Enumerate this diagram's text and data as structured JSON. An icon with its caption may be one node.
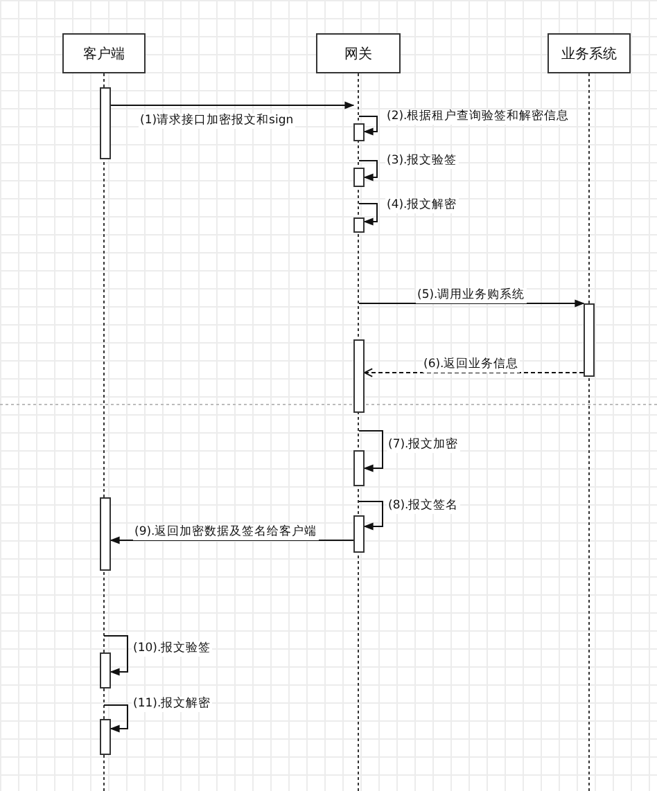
{
  "diagram": {
    "nodes": [
      {
        "text": [
          "客户端"
        ]
      },
      {
        "text": [
          "网关"
        ]
      },
      {
        "text": [
          "业务系统"
        ]
      },
      {
        "text": [],
        "shape": "bar"
      },
      {
        "text": [],
        "shape": "bar"
      },
      {
        "text": [],
        "shape": "bar"
      },
      {
        "text": [],
        "shape": "bar"
      },
      {
        "text": [],
        "shape": "bar"
      },
      {
        "text": [],
        "shape": "bar"
      },
      {
        "text": [],
        "shape": "bar"
      },
      {
        "text": [],
        "shape": "bar"
      },
      {
        "text": [],
        "shape": "bar"
      },
      {
        "text": [],
        "shape": "bar"
      },
      {
        "text": [],
        "shape": "bar"
      }
    ],
    "edges": [
      {
        "from": 3,
        "to": 4,
        "arrow": "to",
        "label": "(1)请求接口加密报文和sign"
      },
      {
        "from": null,
        "to": 4,
        "arrow": "to",
        "label": "(2).根据租户查询验签和解密信息"
      },
      {
        "from": null,
        "to": 5,
        "arrow": "to",
        "label": "(3).报文验签"
      },
      {
        "from": null,
        "to": 6,
        "arrow": "to",
        "label": "(4).报文解密"
      },
      {
        "from": null,
        "to": 7,
        "arrow": "to",
        "label": "(5).调用业务购系统"
      },
      {
        "from": 7,
        "to": 8,
        "arrow": "to",
        "label": "(6).返回业务信息",
        "style": "dashed"
      },
      {
        "from": null,
        "to": 9,
        "arrow": "to",
        "label": "(7).报文加密"
      },
      {
        "from": null,
        "to": 11,
        "arrow": "to",
        "label": "(8).报文签名"
      },
      {
        "from": 11,
        "to": 10,
        "arrow": "to",
        "label": "(9).返回加密数据及签名给客户端"
      },
      {
        "from": null,
        "to": 12,
        "arrow": "to",
        "label": "(10).报文验签"
      },
      {
        "from": null,
        "to": 13,
        "arrow": "to",
        "label": "(11).报文解密"
      }
    ]
  }
}
